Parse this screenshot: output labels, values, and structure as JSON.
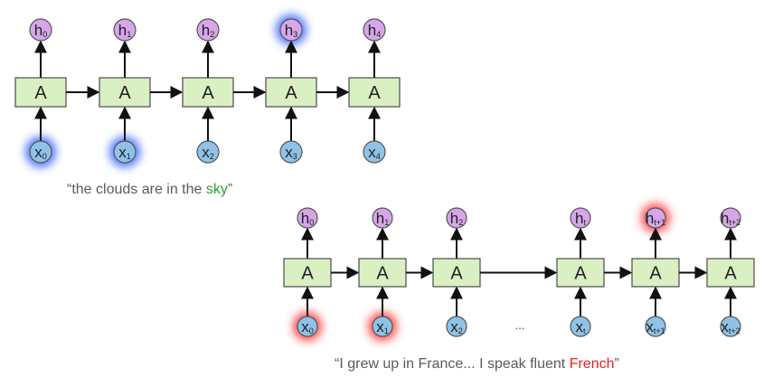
{
  "diagram": {
    "colors": {
      "cell_fill": "#d9f0c3",
      "cell_stroke": "#4b4b4b",
      "hidden_fill": "#d6a6e8",
      "input_fill": "#8fc2e6",
      "arrow": "#111111",
      "glow_blue": "#2a5cff",
      "glow_red": "#ff2a2a"
    },
    "top": {
      "cells": [
        {
          "cell": "A",
          "h": "h",
          "h_sub": "0",
          "x": "x",
          "x_sub": "0",
          "glow_h": "",
          "glow_x": "blue"
        },
        {
          "cell": "A",
          "h": "h",
          "h_sub": "1",
          "x": "x",
          "x_sub": "1",
          "glow_h": "",
          "glow_x": "blue"
        },
        {
          "cell": "A",
          "h": "h",
          "h_sub": "2",
          "x": "x",
          "x_sub": "2",
          "glow_h": "",
          "glow_x": ""
        },
        {
          "cell": "A",
          "h": "h",
          "h_sub": "3",
          "x": "x",
          "x_sub": "3",
          "glow_h": "blue",
          "glow_x": ""
        },
        {
          "cell": "A",
          "h": "h",
          "h_sub": "4",
          "x": "x",
          "x_sub": "4",
          "glow_h": "",
          "glow_x": ""
        }
      ]
    },
    "bottom": {
      "cells": [
        {
          "cell": "A",
          "h": "h",
          "h_sub": "0",
          "x": "x",
          "x_sub": "0",
          "glow_h": "",
          "glow_x": "red"
        },
        {
          "cell": "A",
          "h": "h",
          "h_sub": "1",
          "x": "x",
          "x_sub": "1",
          "glow_h": "",
          "glow_x": "red"
        },
        {
          "cell": "A",
          "h": "h",
          "h_sub": "2",
          "x": "x",
          "x_sub": "2",
          "glow_h": "",
          "glow_x": ""
        },
        {
          "cell": "A",
          "h": "h",
          "h_sub": "t",
          "x": "x",
          "x_sub": "t",
          "glow_h": "",
          "glow_x": ""
        },
        {
          "cell": "A",
          "h": "h",
          "h_sub": "t+1",
          "x": "x",
          "x_sub": "t+1",
          "glow_h": "red",
          "glow_x": ""
        },
        {
          "cell": "A",
          "h": "h",
          "h_sub": "t+2",
          "x": "x",
          "x_sub": "t+2",
          "glow_h": "",
          "glow_x": ""
        }
      ],
      "ellipsis": "..."
    }
  },
  "captions": {
    "top": {
      "prefix": "“the clouds are in the ",
      "highlight": "sky",
      "suffix": "”"
    },
    "bottom": {
      "prefix": "“I grew up in France... I speak fluent ",
      "highlight": "French",
      "suffix": "”"
    }
  }
}
